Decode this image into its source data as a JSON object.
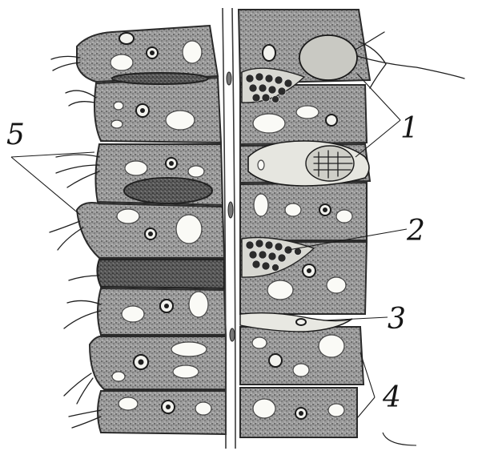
{
  "figure": {
    "labels": {
      "l1": "1",
      "l2": "2",
      "l3": "3",
      "l4": "4",
      "l5": "5"
    },
    "colors": {
      "ink": "#1e1e1e",
      "paper": "#ffffff",
      "cytoplasm": "#8c8c8c"
    }
  }
}
